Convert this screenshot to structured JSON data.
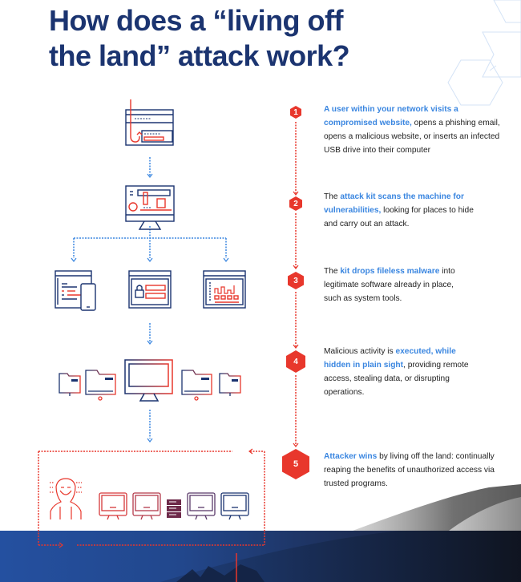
{
  "title": {
    "line1": "How does a “living off",
    "line2": "the land” attack work?"
  },
  "colors": {
    "title": "#1b3470",
    "accent_red": "#e8372c",
    "highlight_blue": "#3a86e0",
    "icon_navy": "#1b3470",
    "connector_blue": "#3a86e0"
  },
  "steps": [
    {
      "number": "1",
      "highlight": "A user within your network visits a compromised website,",
      "text": " opens a phishing email, opens a malicious website, or inserts an infected USB drive into their computer"
    },
    {
      "number": "2",
      "prefix": "The ",
      "highlight": "attack kit scans the machine for vulnerabilities,",
      "text": " looking for places to hide and carry out an attack."
    },
    {
      "number": "3",
      "prefix": "The ",
      "highlight": "kit drops fileless malware",
      "text": " into legitimate software already in place, such as system tools."
    },
    {
      "number": "4",
      "prefix": "Malicious activity is ",
      "highlight": "executed, while hidden in plain sight",
      "text": ", providing remote access, stealing data, or disrupting operations."
    },
    {
      "number": "5",
      "highlight": "Attacker wins",
      "text": " by living off the land: continually reaping the benefits of unauthorized access via trusted programs."
    }
  ],
  "icons": {
    "stage1": "phishing-email-hook-icon",
    "stage2": "scanning-computer-icon",
    "stage3": [
      "code-file-device-icon",
      "locked-browser-icon",
      "analytics-dashboard-icon"
    ],
    "stage4": [
      "network-folder-icon",
      "network-folder-icon",
      "monitor-icon",
      "network-folder-icon",
      "network-folder-icon"
    ],
    "stage5": [
      "hooded-hacker-icon",
      "monitor-icon",
      "monitor-icon",
      "server-rack-icon",
      "monitor-icon",
      "monitor-icon"
    ]
  }
}
